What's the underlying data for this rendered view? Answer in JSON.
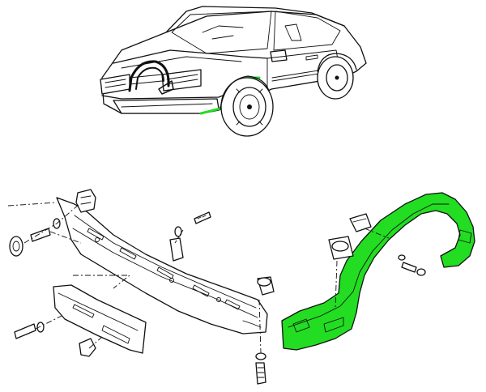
{
  "colors": {
    "line": "#111111",
    "highlight": "#22dd22",
    "background": "#ffffff",
    "part_fill": "#ffffff"
  },
  "figure": {
    "car": {
      "description_name": "car-front-view",
      "highlighted_part": "wheel-arch-extension"
    },
    "parts": [
      {
        "name": "wheel-arch-extension",
        "highlighted": true
      },
      {
        "name": "bumper-bracket",
        "highlighted": false
      },
      {
        "name": "license-plate-holder",
        "highlighted": false
      },
      {
        "name": "clip-nut",
        "highlighted": false
      },
      {
        "name": "screw",
        "highlighted": false
      },
      {
        "name": "washer",
        "highlighted": false
      },
      {
        "name": "grommet",
        "highlighted": false
      }
    ]
  }
}
